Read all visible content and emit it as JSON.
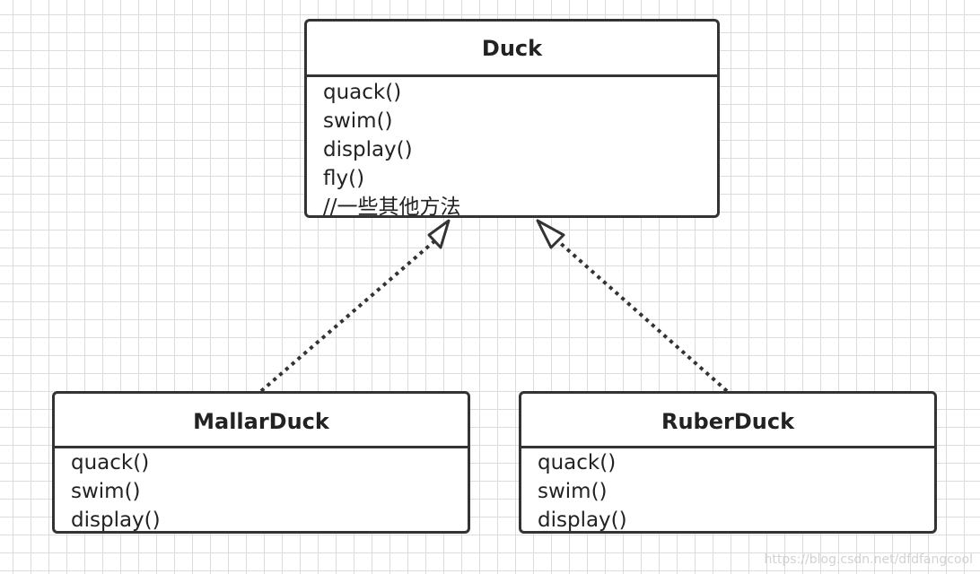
{
  "classes": {
    "duck": {
      "name": "Duck",
      "methods": [
        "quack()",
        "swim()",
        "display()",
        "fly()",
        "//一些其他方法"
      ]
    },
    "mallard": {
      "name": "MallarDuck",
      "methods": [
        "quack()",
        "swim()",
        "display()"
      ]
    },
    "ruber": {
      "name": "RuberDuck",
      "methods": [
        "quack()",
        "swim()",
        "display()"
      ]
    }
  },
  "relations": [
    {
      "from": "MallarDuck",
      "to": "Duck",
      "style": "dotted",
      "arrow": "hollow-triangle"
    },
    {
      "from": "RuberDuck",
      "to": "Duck",
      "style": "dotted",
      "arrow": "hollow-triangle"
    }
  ],
  "watermark": "https://blog.csdn.net/dfdfangcool"
}
